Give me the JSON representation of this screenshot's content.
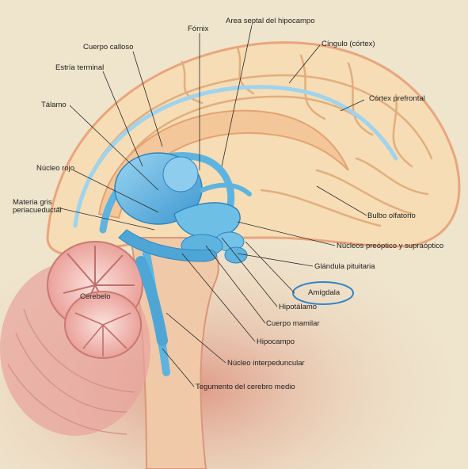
{
  "labels": {
    "fornix": "Fórnix",
    "area_septal": "Area septal del hipocampo",
    "cuerpo_calloso": "Cuerpo calloso",
    "cingulo": "Cíngulo (córtex)",
    "estria_terminal": "Estría terminal",
    "cortex_prefrontal": "Córtex prefrontal",
    "talamo": "Tálamo",
    "nucleo_rojo": "Núcleo rojo",
    "materia_gris": "Materia gris periacueductal",
    "bulbo_olfatorio": "Bulbo olfatorio",
    "nucleos_preoptico": "Núcleos preóptico y supraóptico",
    "glandula_pituitaria": "Glándula pituitaria",
    "cerebelo": "Cerebelo",
    "amigdala": "Amígdala",
    "hipotalamo": "Hipotálamo",
    "cuerpo_mamilar": "Cuerpo mamilar",
    "hipocampo": "Hipocampo",
    "nucleo_interpeduncular": "Núcleo interpeduncular",
    "tegumento": "Tegumento del cerebro medio"
  },
  "colors": {
    "background": "#efe4cc",
    "cortex": "#f6ddb5",
    "sulcus": "#e7b98a",
    "limbic_blue": "#5fb4df",
    "limbic_blue_dark": "#2f86bf",
    "tissue_red": "#e9b09c",
    "cerebellum_pink": "#f3c4c0",
    "leader_line": "#2a2a2a",
    "highlight_circle": "#2f86c6"
  }
}
